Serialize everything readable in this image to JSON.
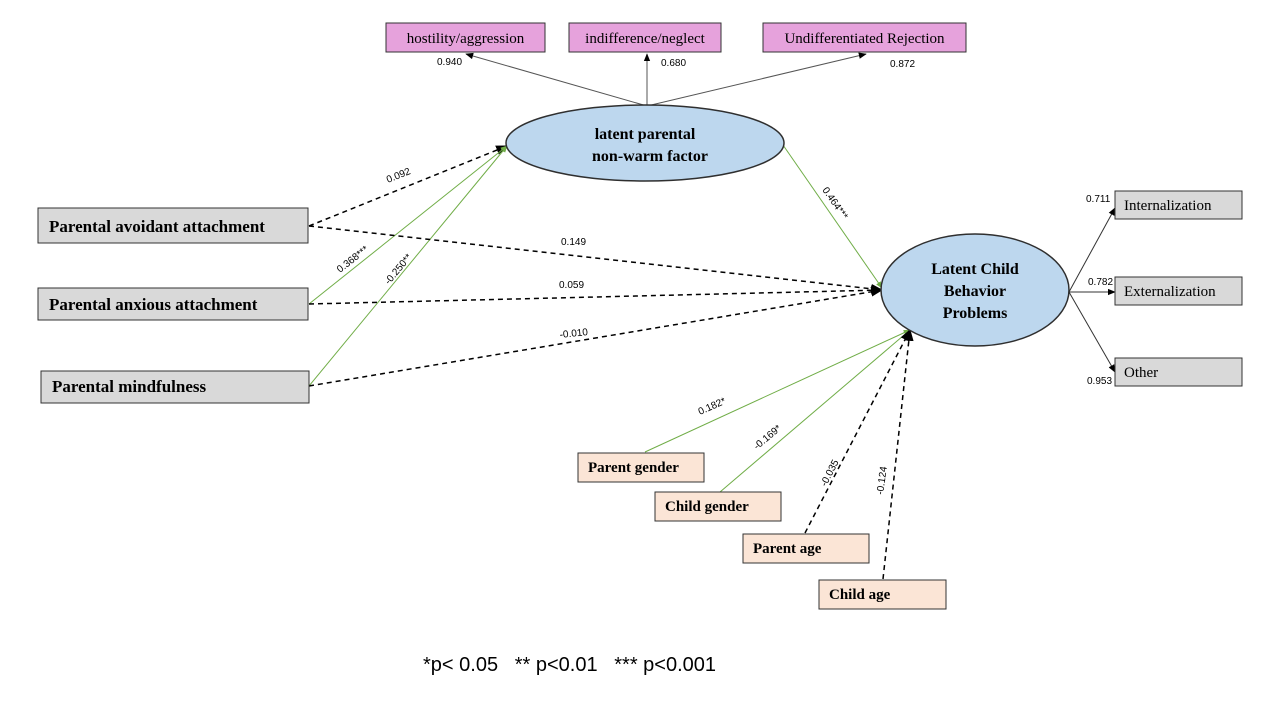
{
  "colors": {
    "pink_box": "#e6a2dc",
    "gray_box": "#d9d9d9",
    "peach_box": "#fbe5d6",
    "ellipse_fill": "#bdd7ee",
    "ellipse_stroke": "#2f2f2f",
    "significant_path": "#70ad47",
    "nonsignificant_path": "#000000"
  },
  "nodes": {
    "hostility": "hostility/aggression",
    "indifference": "indifference/neglect",
    "undiff_rejection": "Undifferentiated Rejection",
    "latent_nonwarm_line1": "latent parental",
    "latent_nonwarm_line2": "non-warm factor",
    "latent_child_line1": "Latent Child",
    "latent_child_line2": "Behavior",
    "latent_child_line3": "Problems",
    "avoidant": "Parental avoidant attachment",
    "anxious": "Parental anxious attachment",
    "mindfulness": "Parental mindfulness",
    "internalization": "Internalization",
    "externalization": "Externalization",
    "other": "Other",
    "parent_gender": "Parent gender",
    "child_gender": "Child gender",
    "parent_age": "Parent age",
    "child_age": "Child age"
  },
  "coefficients": {
    "hostility": "0.940",
    "indifference": "0.680",
    "undiff_rejection": "0.872",
    "avoidant_to_nonwarm": "0.092",
    "anxious_to_nonwarm": "0.368***",
    "mindfulness_to_nonwarm": "-0.250**",
    "nonwarm_to_child": "0.464***",
    "avoidant_to_child": "0.149",
    "anxious_to_child": "0.059",
    "mindfulness_to_child": "-0.010",
    "internalization": "0.711",
    "externalization": "0.782",
    "other": "0.953",
    "parent_gender": "0.182*",
    "child_gender": "-0.169*",
    "parent_age": "-0.035",
    "child_age": "-0.124"
  },
  "legend": "*p< 0.05   ** p<0.01   *** p<0.001"
}
